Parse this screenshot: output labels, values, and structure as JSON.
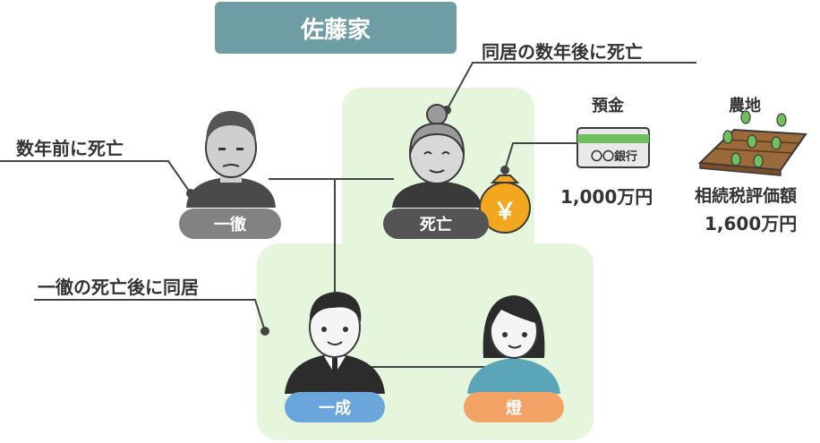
{
  "title": "佐藤家",
  "annotations": {
    "deceased_after_years": "同居の数年後に死亡",
    "died_years_ago": "数年前に死亡",
    "lived_together": "一徹の死亡後に同居"
  },
  "people": {
    "grandfather": "一徹",
    "deceased": "死亡",
    "son": "一成",
    "wife": "燈"
  },
  "assets": {
    "deposit_label": "預金",
    "bank_name": "〇〇銀行",
    "deposit_amount": "1,000万円",
    "money_bag_symbol": "￥",
    "farmland_label": "農地",
    "inheritance_tax_label": "相続税評価額",
    "farmland_amount": "1,600万円"
  },
  "colors": {
    "title_bg": "#6e9ea3",
    "green_area": "#e6f6dc",
    "son_pill": "#6aa5dc",
    "wife_pill": "#f2a365",
    "gold": "#f2a71e"
  }
}
